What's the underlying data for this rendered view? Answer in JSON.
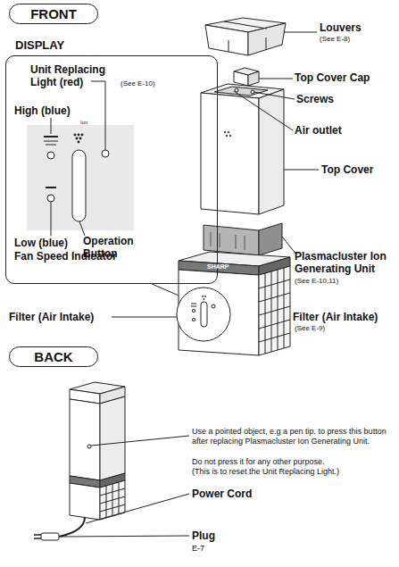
{
  "diagram": {
    "nodes": [
      {
        "text": [
          "FRONT"
        ]
      },
      {
        "text": [
          "DISPLAY",
          "Unit Replacing Light (red)",
          "(See E-10)",
          "High (blue)",
          "Ion",
          "Low (blue)",
          "Fan Speed Indicator",
          "Operation Button"
        ]
      },
      {
        "text": [
          "BACK"
        ]
      }
    ],
    "labels": [
      "Louvers",
      "(See E-8)",
      "Top Cover Cap",
      "Screws",
      "Air outlet",
      "Top Cover",
      "Plasmacluster Ion Generating Unit",
      "(See E-10,11)",
      "Filter (Air Intake)",
      "Filter (Air Intake)",
      "(See E-9)",
      "SHARP",
      "Use a pointed object, e.g a pen tip, to press this button after replacing Plasmacluster Ion Generating Unit.",
      "Do not press it for any other purpose.",
      "(This is to reset the Unit Replacing Light.)",
      "Power Cord",
      "Plug",
      "E-7"
    ]
  }
}
